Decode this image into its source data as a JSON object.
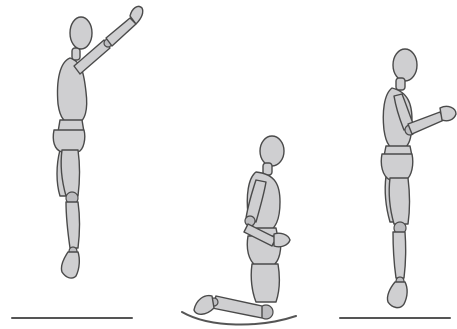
{
  "scene": {
    "background": "#ffffff",
    "figure_fill": "#cfcfd1",
    "figure_stroke": "#4a4a4a",
    "ground_color": "#555555",
    "panels": [
      {
        "pose": "jumping-arm-raised"
      },
      {
        "pose": "kneeling-on-curved-board"
      },
      {
        "pose": "jumping-arms-forward"
      }
    ]
  }
}
